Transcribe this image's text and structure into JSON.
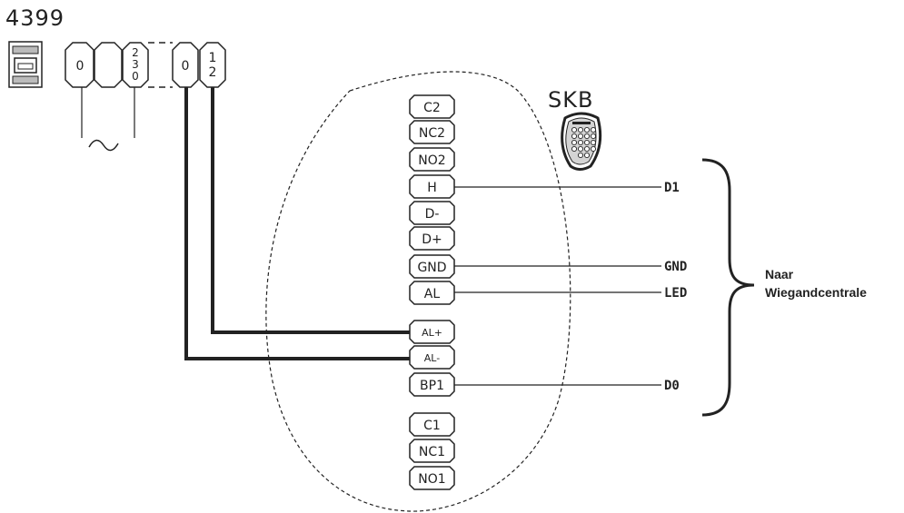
{
  "power_unit": {
    "label": "4399",
    "terminals": [
      "0",
      "230",
      "0",
      "12"
    ],
    "ac_symbol": "~"
  },
  "reader": {
    "label": "SKB"
  },
  "terminals": [
    "C2",
    "NC2",
    "NO2",
    "H",
    "D-",
    "D+",
    "GND",
    "AL",
    "AL+",
    "AL-",
    "BP1",
    "C1",
    "NC1",
    "NO1"
  ],
  "signals": {
    "h": "D1",
    "gnd": "GND",
    "al": "LED",
    "bp1": "D0"
  },
  "destination": {
    "line1": "Naar",
    "line2": "Wiegandcentrale"
  }
}
